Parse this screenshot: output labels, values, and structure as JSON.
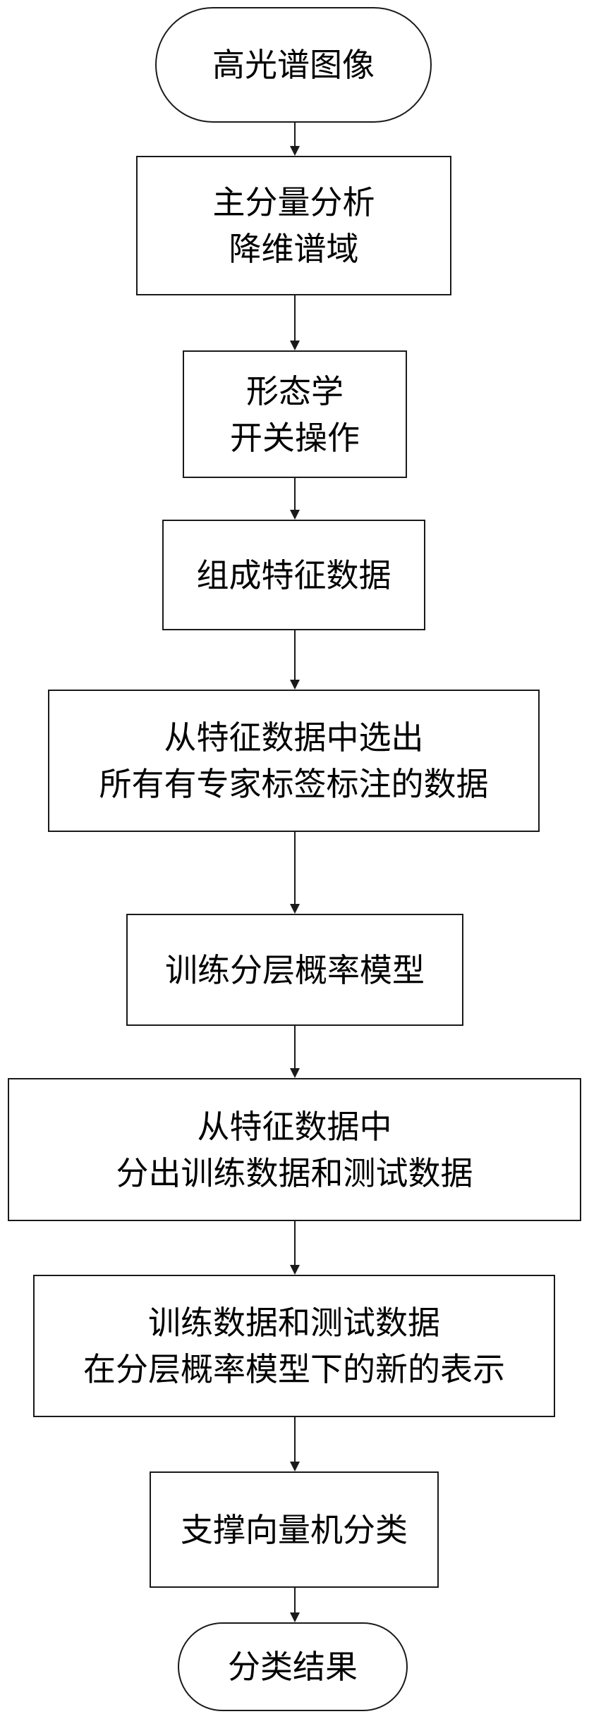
{
  "flowchart": {
    "start": {
      "text": "高光谱图像"
    },
    "steps": [
      {
        "lines": [
          "主分量分析",
          "降维谱域"
        ]
      },
      {
        "lines": [
          "形态学",
          "开关操作"
        ]
      },
      {
        "lines": [
          "组成特征数据"
        ]
      },
      {
        "lines": [
          "从特征数据中选出",
          "所有有专家标签标注的数据"
        ]
      },
      {
        "lines": [
          "训练分层概率模型"
        ]
      },
      {
        "lines": [
          "从特征数据中",
          "分出训练数据和测试数据"
        ]
      },
      {
        "lines": [
          "训练数据和测试数据",
          "在分层概率模型下的新的表示"
        ]
      },
      {
        "lines": [
          "支撑向量机分类"
        ]
      }
    ],
    "end": {
      "text": "分类结果"
    }
  }
}
